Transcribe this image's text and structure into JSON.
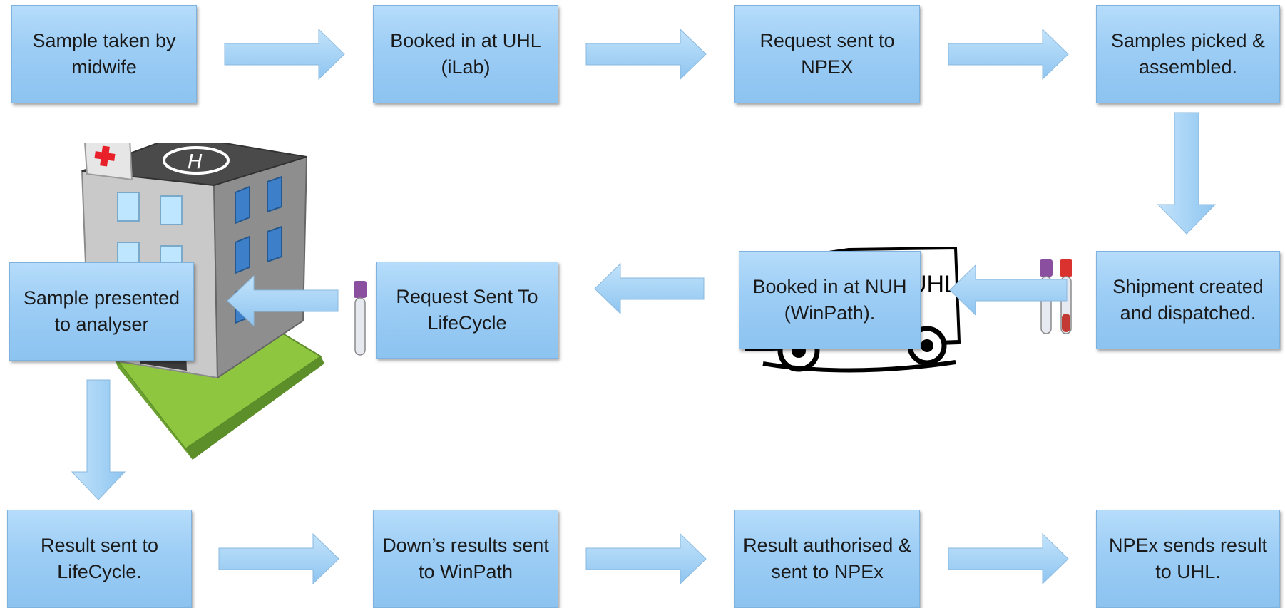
{
  "boxes": {
    "sample_taken": "Sample taken by midwife",
    "booked_uhl": "Booked in at UHL (iLab)",
    "request_npex": "Request sent to NPEX",
    "samples_picked": "Samples picked & assembled.",
    "shipment": "Shipment created and dispatched.",
    "booked_nuh": "Booked in at NUH (WinPath).",
    "request_lifecycle": "Request Sent To LifeCycle",
    "sample_presented": "Sample presented to analyser",
    "result_lifecycle": "Result sent to LifeCycle.",
    "downs_results": "Down’s results sent to WinPath",
    "result_authorised": "Result authorised & sent to NPEx",
    "npex_sends": "NPEx sends result to UHL."
  },
  "van_lettering": "UHL",
  "colors": {
    "box_fill": "#9ccdf5",
    "box_border": "#7fb2de",
    "arrow_fill": "#9fd0f7",
    "cross_red": "#e8202a"
  },
  "icons": [
    "hospital-building",
    "delivery-van",
    "blood-tube-purple",
    "blood-tube-red"
  ]
}
